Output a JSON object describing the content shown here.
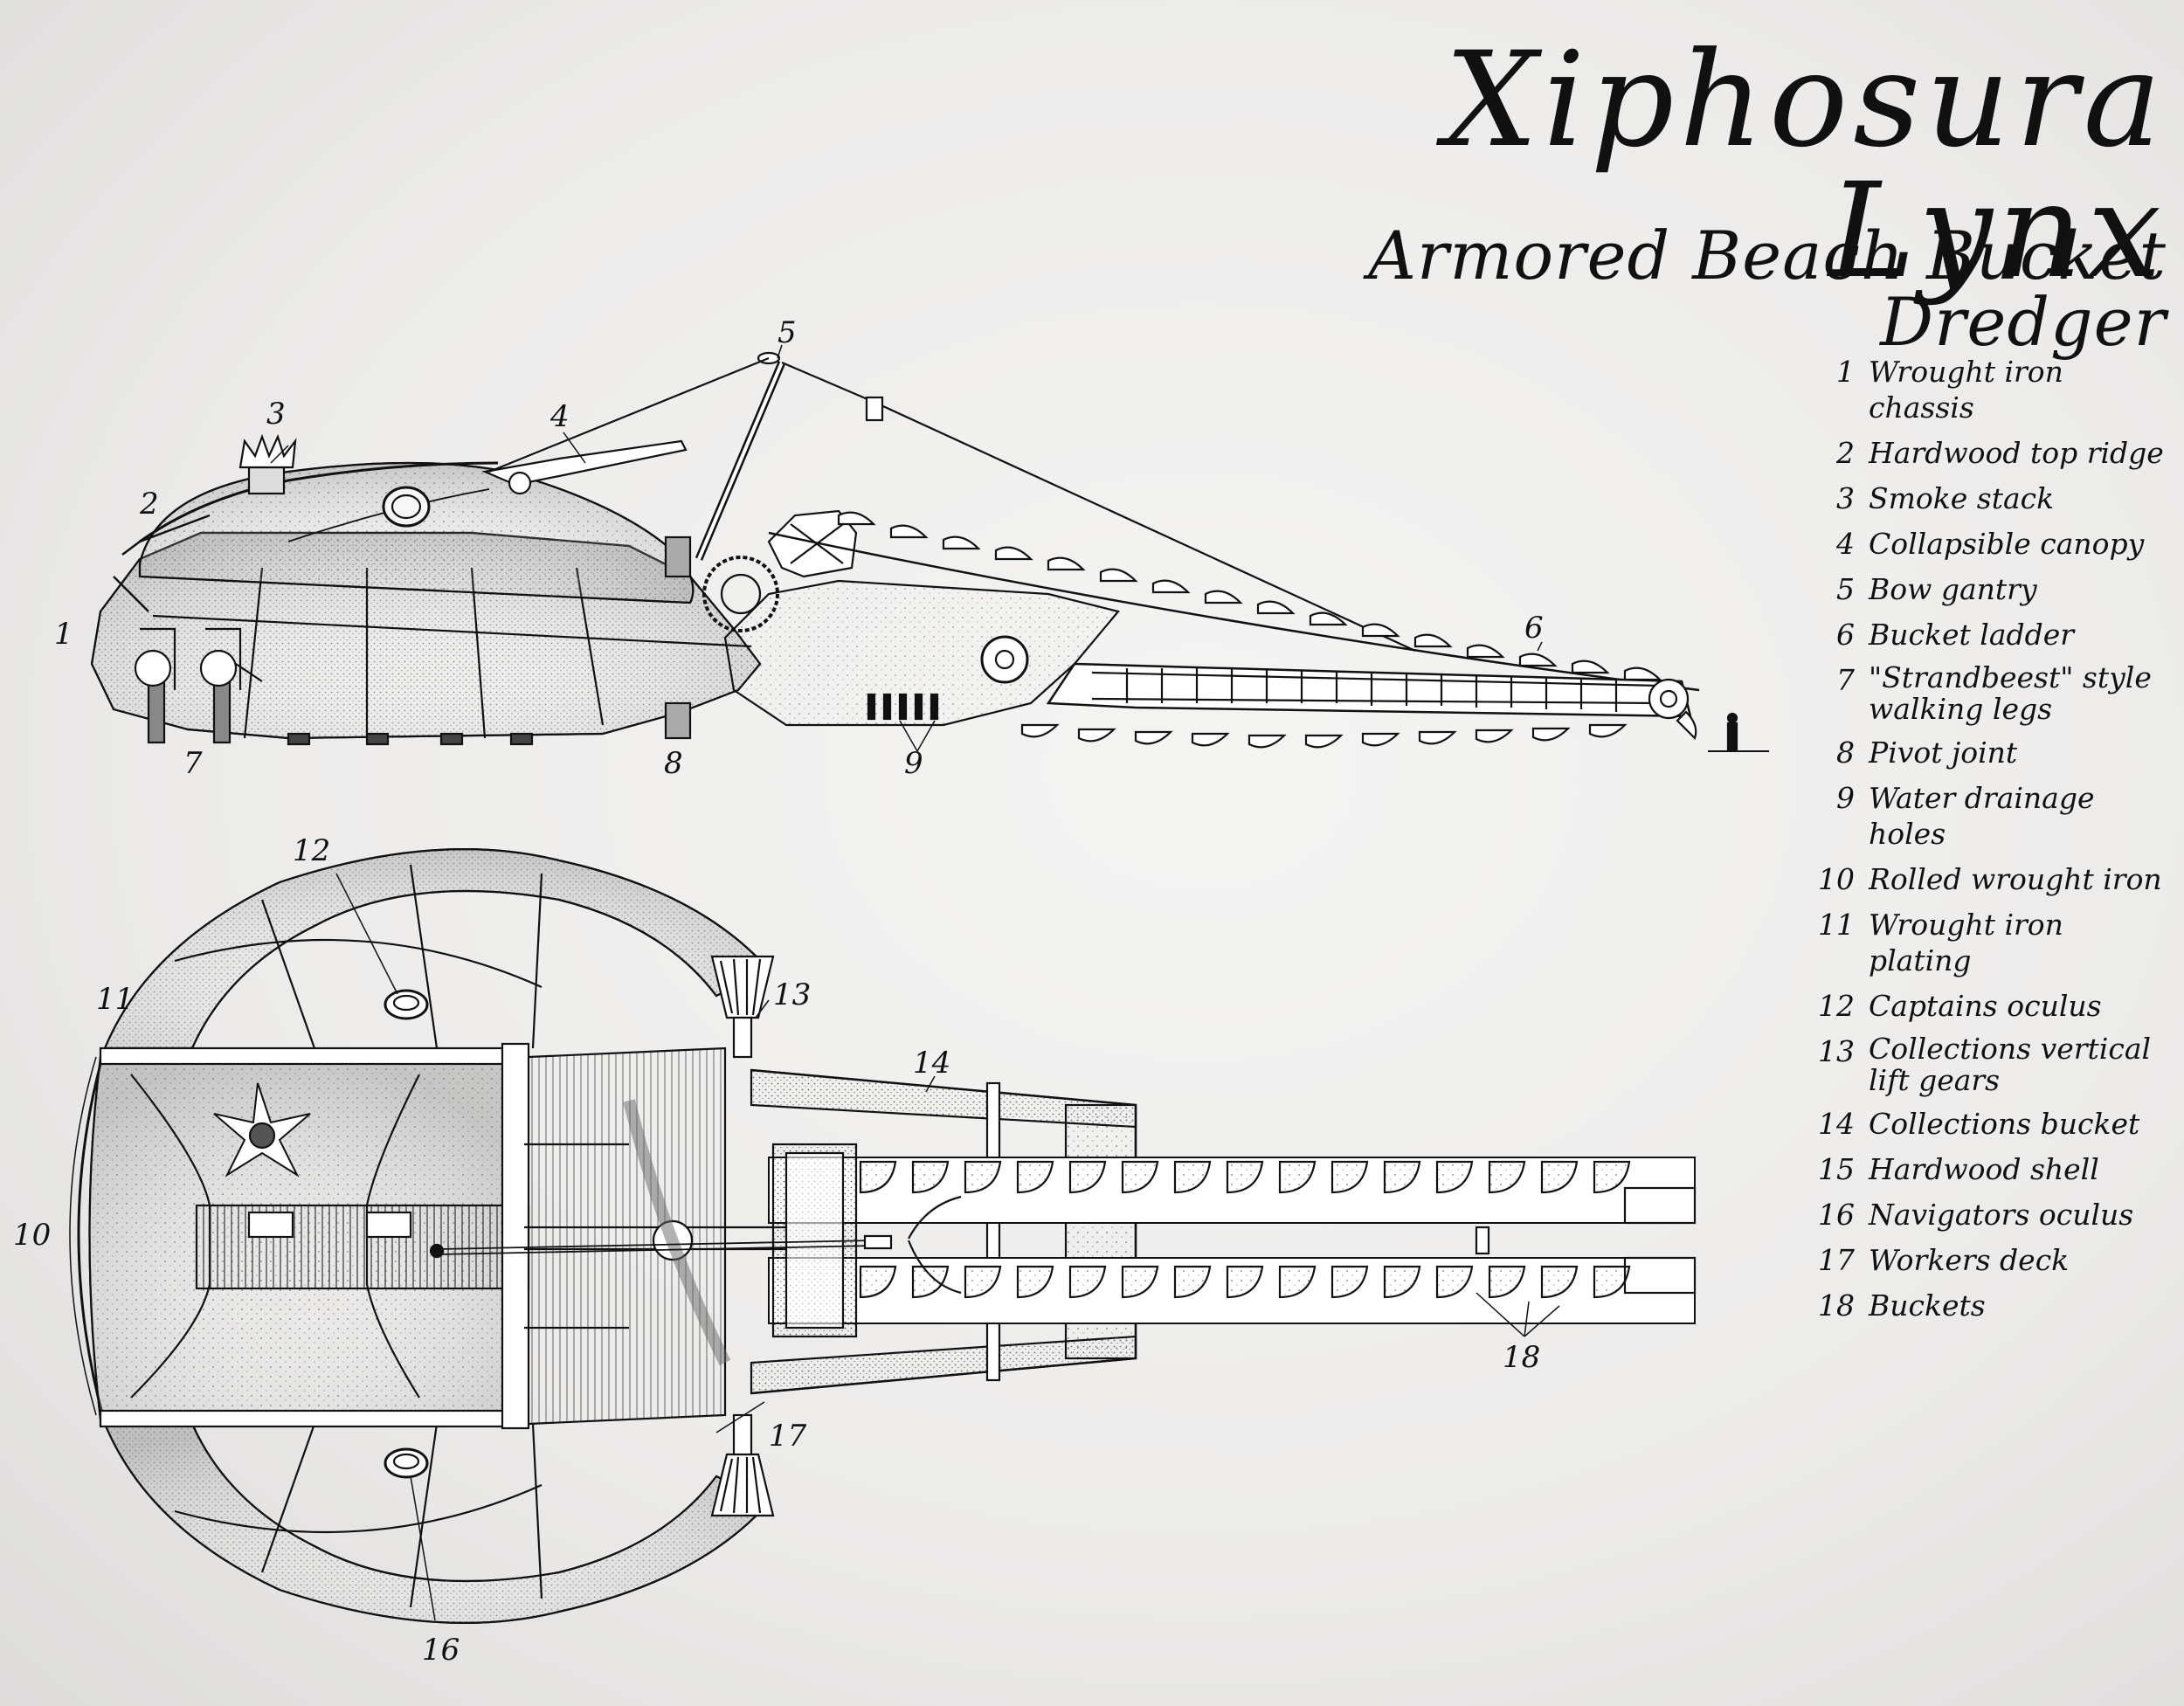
{
  "title": "Xiphosura Lynx",
  "subtitle": "Armored Beach Bucket Dredger",
  "legend": [
    {
      "num": "1",
      "text": "Wrought iron chassis"
    },
    {
      "num": "2",
      "text": "Hardwood top ridge"
    },
    {
      "num": "3",
      "text": "Smoke stack"
    },
    {
      "num": "4",
      "text": "Collapsible canopy"
    },
    {
      "num": "5",
      "text": "Bow gantry"
    },
    {
      "num": "6",
      "text": "Bucket ladder"
    },
    {
      "num": "7",
      "text": "\"Strandbeest\" style walking legs"
    },
    {
      "num": "8",
      "text": "Pivot joint"
    },
    {
      "num": "9",
      "text": "Water drainage holes"
    },
    {
      "num": "10",
      "text": "Rolled wrought iron"
    },
    {
      "num": "11",
      "text": "Wrought iron plating"
    },
    {
      "num": "12",
      "text": "Captains oculus"
    },
    {
      "num": "13",
      "text": "Collections vertical lift gears"
    },
    {
      "num": "14",
      "text": "Collections bucket"
    },
    {
      "num": "15",
      "text": "Hardwood shell"
    },
    {
      "num": "16",
      "text": "Navigators oculus"
    },
    {
      "num": "17",
      "text": "Workers deck"
    },
    {
      "num": "18",
      "text": "Buckets"
    }
  ],
  "callouts": {
    "c1": "1",
    "c2": "2",
    "c3": "3",
    "c4": "4",
    "c5": "5",
    "c6": "6",
    "c7": "7",
    "c8": "8",
    "c9": "9",
    "c10": "10",
    "c11": "11",
    "c12": "12",
    "c13": "13",
    "c14": "14",
    "c16": "16",
    "c17": "17",
    "c18": "18"
  },
  "colors": {
    "ink": "#111111",
    "paper": "#efeeed",
    "stipple": "#9a9a9a"
  }
}
